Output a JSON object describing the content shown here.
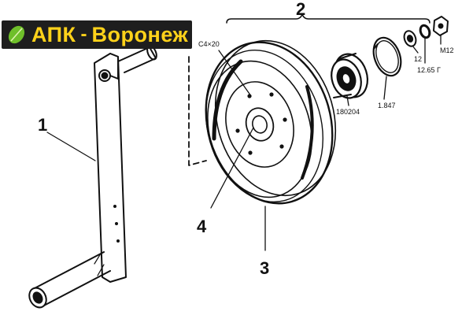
{
  "logo": {
    "word1": "АПК",
    "separator": "-",
    "word2": "Воронеж",
    "text_color": "#ffd21a",
    "bg_color": "#1e1e1e",
    "icon": "leaf-icon"
  },
  "callouts": {
    "n1": "1",
    "n2": "2",
    "n3": "3",
    "n4": "4"
  },
  "labels": {
    "bolt": "С4×20",
    "bearing": "180204",
    "ring": "1.847",
    "washer": "12",
    "spring_washer": "12.65 Г",
    "nut": "М12"
  },
  "colors": {
    "ink": "#111111"
  }
}
